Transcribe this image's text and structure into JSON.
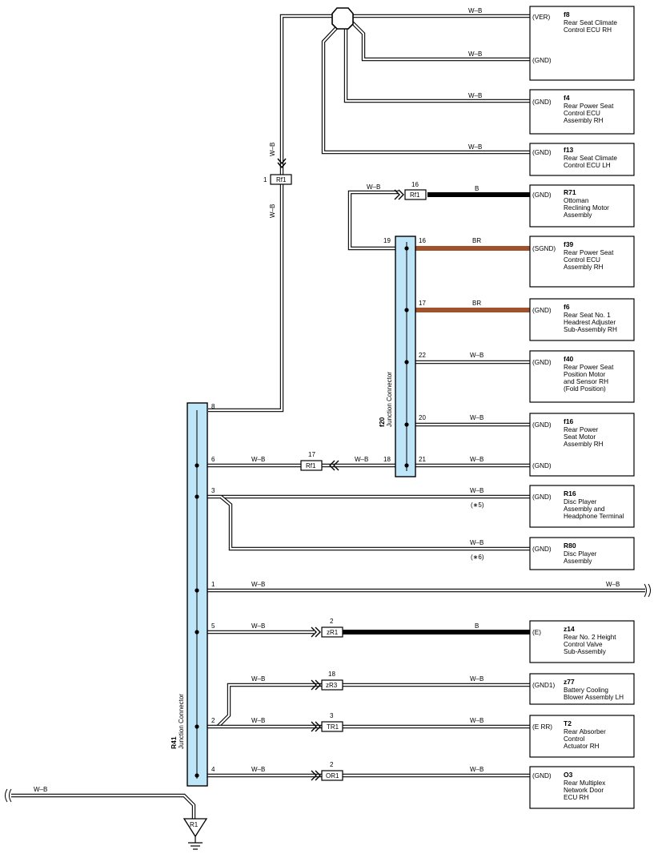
{
  "components": [
    {
      "id": "f8",
      "name": [
        "Rear Seat Climate",
        "Control ECU RH"
      ],
      "pins": [
        "(VER)",
        "(GND)"
      ]
    },
    {
      "id": "f4",
      "name": [
        "Rear Power Seat",
        "Control ECU",
        "Assembly RH"
      ],
      "pins": [
        "(GND)"
      ]
    },
    {
      "id": "f13",
      "name": [
        "Rear Seat Climate",
        "Control ECU LH"
      ],
      "pins": [
        "(GND)"
      ]
    },
    {
      "id": "R71",
      "name": [
        "Ottoman",
        "Reclining Motor",
        "Assembly"
      ],
      "pins": [
        "(GND)"
      ]
    },
    {
      "id": "f39",
      "name": [
        "Rear Power Seat",
        "Control ECU",
        "Assembly RH"
      ],
      "pins": [
        "(SGND)"
      ]
    },
    {
      "id": "f6",
      "name": [
        "Rear Seat No. 1",
        "Headrest Adjuster",
        "Sub-Assembly RH"
      ],
      "pins": [
        "(GND)"
      ]
    },
    {
      "id": "f40",
      "name": [
        "Rear Power Seat",
        "Position Motor",
        "and Sensor RH",
        "(Fold Position)"
      ],
      "pins": [
        "(GND)"
      ]
    },
    {
      "id": "f16",
      "name": [
        "Rear Power",
        "Seat Motor",
        "Assembly RH"
      ],
      "pins": [
        "(GND)",
        "(GND)"
      ]
    },
    {
      "id": "R16",
      "name": [
        "Disc Player",
        "Assembly and",
        "Headphone Terminal"
      ],
      "pins": [
        "(GND)"
      ]
    },
    {
      "id": "R80",
      "name": [
        "Disc Player",
        "Assembly"
      ],
      "pins": [
        "(GND)"
      ]
    },
    {
      "id": "z14",
      "name": [
        "Rear No. 2 Height",
        "Control Valve",
        "Sub-Assembly"
      ],
      "pins": [
        "(E)"
      ]
    },
    {
      "id": "z77",
      "name": [
        "Battery Cooling",
        "Blower Assembly LH"
      ],
      "pins": [
        "(GND1)"
      ]
    },
    {
      "id": "T2",
      "name": [
        "Rear Absorber",
        "Control",
        "Actuator RH"
      ],
      "pins": [
        "(E RR)"
      ]
    },
    {
      "id": "O3",
      "name": [
        "Rear Multiplex",
        "Network Door",
        "ECU RH"
      ],
      "pins": [
        "(GND)"
      ]
    }
  ],
  "junctions": [
    {
      "id": "f20",
      "label": "Junction Connector",
      "pins": [
        "19",
        "16",
        "17",
        "22",
        "20",
        "18",
        "21"
      ]
    },
    {
      "id": "R41",
      "label": "Junction Connector",
      "pins": [
        "8",
        "6",
        "3",
        "1",
        "5",
        "2",
        "4"
      ]
    }
  ],
  "connectors": [
    {
      "id": "Rf1",
      "pin": "1"
    },
    {
      "id": "Rf1",
      "pin": "16"
    },
    {
      "id": "Rf1",
      "pin": "17"
    },
    {
      "id": "zR1",
      "pin": "2"
    },
    {
      "id": "zR3",
      "pin": "18"
    },
    {
      "id": "TR1",
      "pin": "3"
    },
    {
      "id": "OR1",
      "pin": "2"
    }
  ],
  "ground": {
    "id": "R1"
  },
  "wire_colors": {
    "wb": "W–B",
    "b": "B",
    "br": "BR"
  },
  "notes": {
    "n5": "(∗5)",
    "n6": "(∗6)"
  },
  "colors": {
    "junction_fill": "#bfe6f8",
    "brown_wire": "#a0522d",
    "black_wire": "#000000"
  }
}
